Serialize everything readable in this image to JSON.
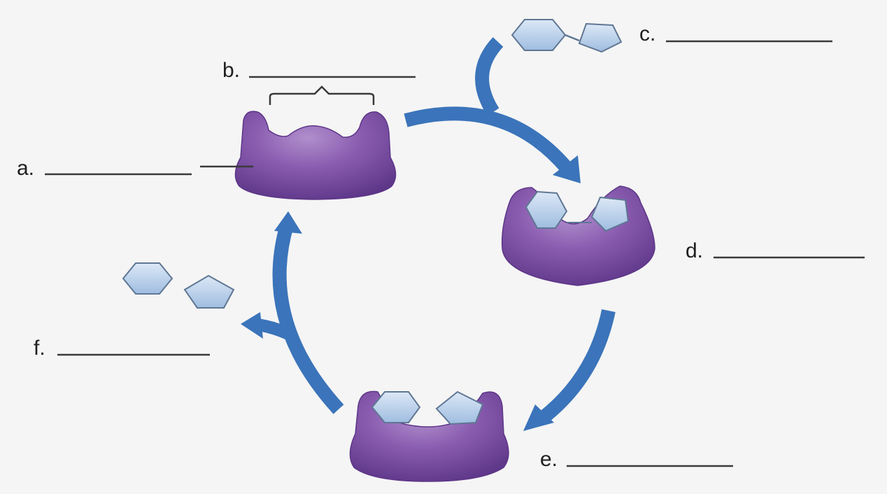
{
  "labels": {
    "a": "a.",
    "b": "b.",
    "c": "c.",
    "d": "d.",
    "e": "e.",
    "f": "f."
  },
  "colors": {
    "background": "#f5f5f5",
    "arrow": "#3b74ba",
    "enzyme": "#8457a8",
    "enzyme_dark": "#6a4290",
    "substrate_fill": "#b9d0ea",
    "substrate_stroke": "#5f7794"
  }
}
